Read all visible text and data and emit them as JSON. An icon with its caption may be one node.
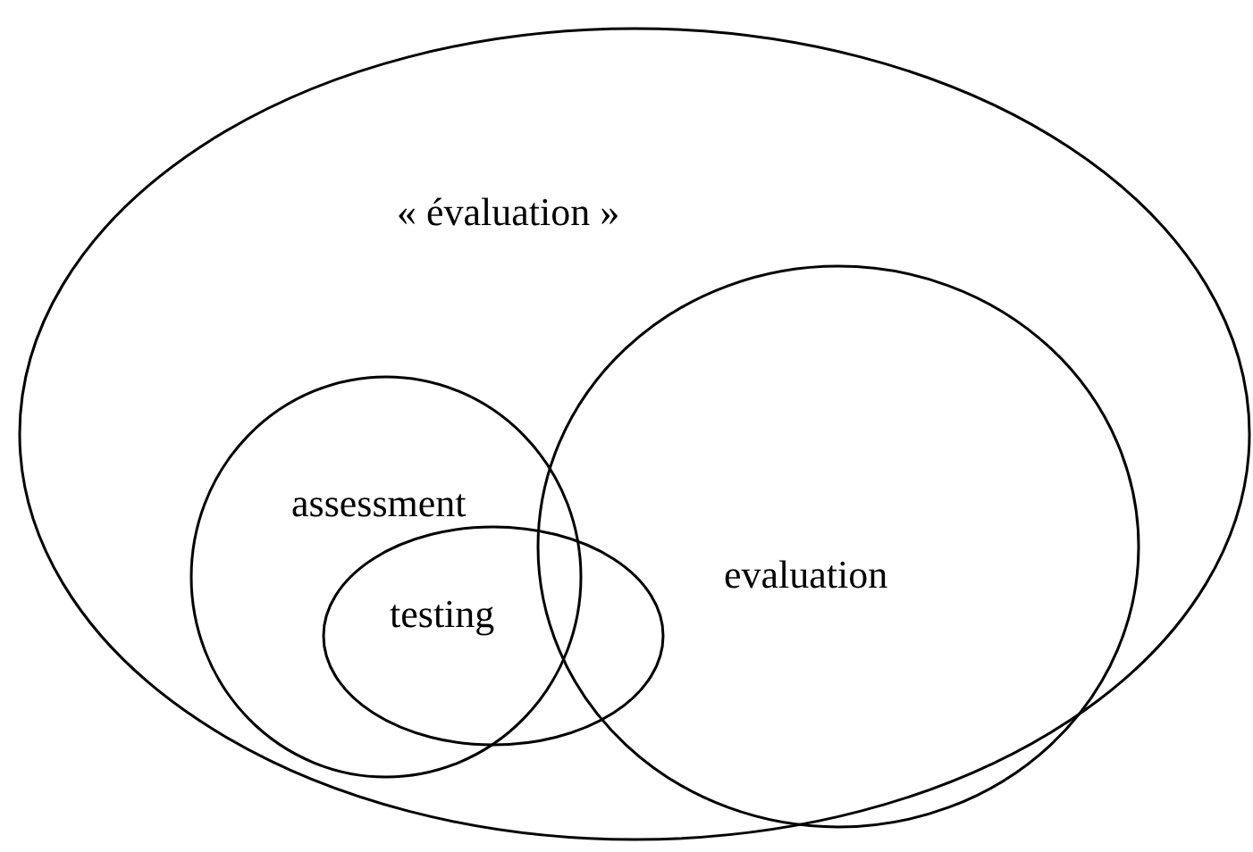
{
  "diagram": {
    "nodes": [
      {
        "text": [
          "« évaluation »"
        ]
      },
      {
        "text": [
          "assessment"
        ],
        "in": 0
      },
      {
        "text": [
          "evaluation"
        ],
        "in": 0
      },
      {
        "text": [
          "testing"
        ],
        "in": 0
      }
    ],
    "edges": []
  }
}
